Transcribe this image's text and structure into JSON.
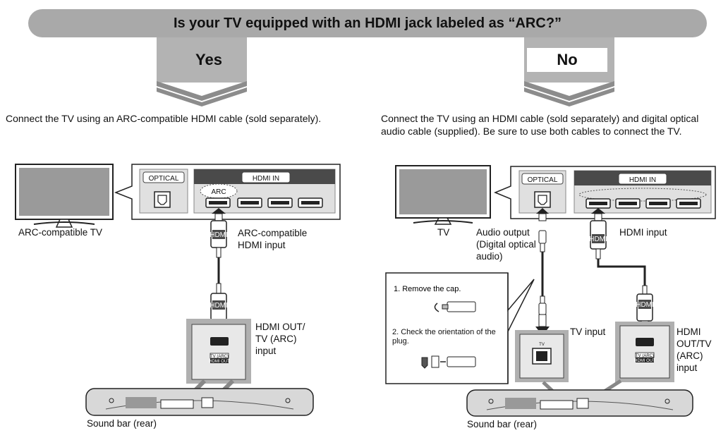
{
  "header": {
    "question": "Is your TV equipped with an HDMI jack labeled as “ARC?”"
  },
  "yes": {
    "label": "Yes",
    "instruction": "Connect the TV using an ARC-compatible HDMI cable (sold separately).",
    "tv_label": "ARC-compatible TV",
    "panel": {
      "optical": "OPTICAL",
      "hdmi_in": "HDMI IN",
      "arc": "ARC"
    },
    "plug_label": "HDMI",
    "tv_input_label": "ARC-compatible HDMI input",
    "soundbar_jack_label": "HDMI OUT/ TV (ARC) input",
    "jack_tag_top": "TV (ARC)",
    "jack_tag_bottom": "HDMI OUT",
    "soundbar_label": "Sound bar (rear)"
  },
  "no": {
    "label": "No",
    "instruction": "Connect the TV using an HDMI cable (sold separately) and digital optical audio cable (supplied). Be sure to use both cables to connect the TV.",
    "tv_label": "TV",
    "panel": {
      "optical": "OPTICAL",
      "hdmi_in": "HDMI IN"
    },
    "audio_output_label": "Audio output (Digital optical audio)",
    "hdmi_input_label": "HDMI input",
    "plug_label": "HDMI",
    "tv_input_label": "TV input",
    "optical_jack_tag": "TV",
    "soundbar_jack_label": "HDMI OUT/TV (ARC) input",
    "jack_tag_top": "TV (ARC)",
    "jack_tag_bottom": "HDMI OUT",
    "soundbar_label": "Sound bar (rear)",
    "steps": [
      "1. Remove the cap.",
      "2. Check the orientation of the plug."
    ]
  },
  "colors": {
    "banner": "#a9a9a9",
    "chevron": "#8c8c8c",
    "screen": "#9a9a9a",
    "panel": "#e0e0e0",
    "dark": "#4a4a4a"
  }
}
